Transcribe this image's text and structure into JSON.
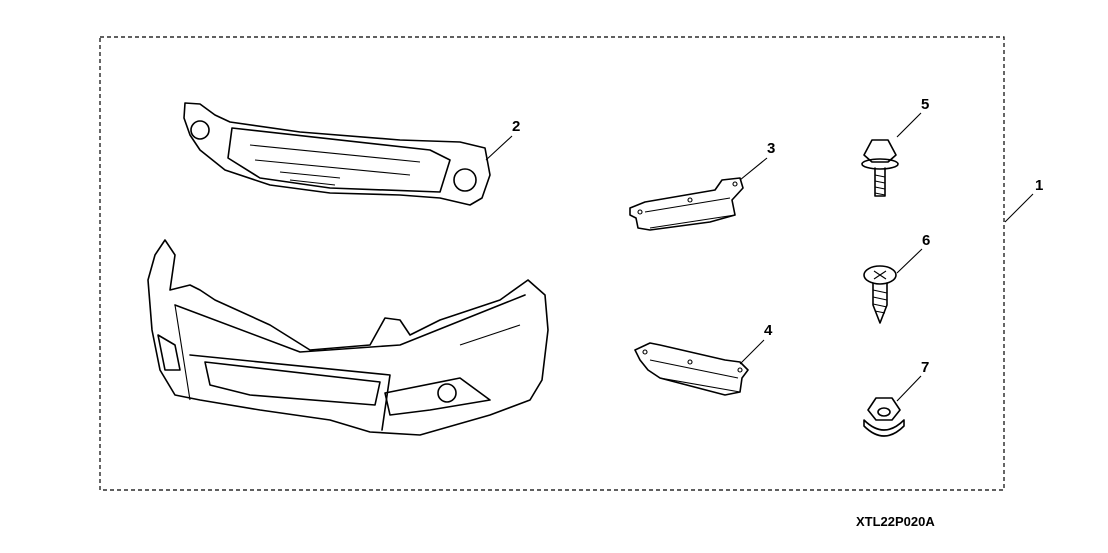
{
  "diagram": {
    "code": "XTL22P020A",
    "callouts": [
      {
        "number": "1",
        "part": "kit-boundary"
      },
      {
        "number": "2",
        "part": "grille"
      },
      {
        "number": "3",
        "part": "bracket-upper"
      },
      {
        "number": "4",
        "part": "bracket-lower"
      },
      {
        "number": "5",
        "part": "flange-bolt"
      },
      {
        "number": "6",
        "part": "tapping-screw"
      },
      {
        "number": "7",
        "part": "flange-nut"
      }
    ]
  }
}
